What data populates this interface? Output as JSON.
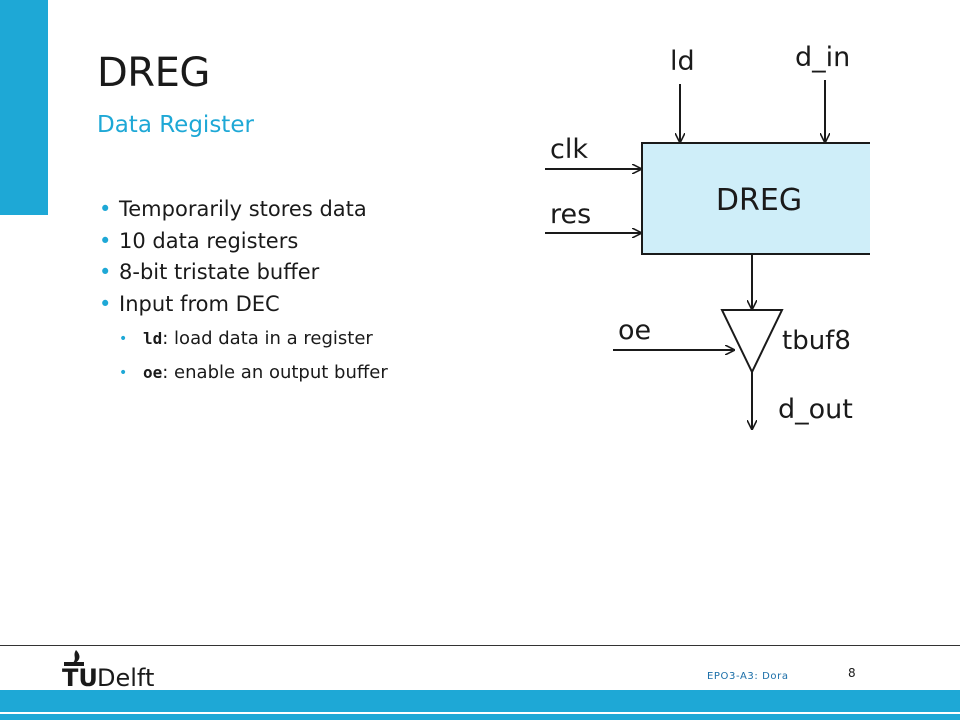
{
  "slide": {
    "title": "DREG",
    "subtitle": "Data Register",
    "bullets": [
      "Temporarily stores data",
      "10 data registers",
      "8-bit tristate buffer",
      "Input from DEC"
    ],
    "sub_bullets": [
      {
        "code": "ld",
        "text": ": load data in a register"
      },
      {
        "code": "oe",
        "text": ": enable an output buffer"
      }
    ]
  },
  "diagram": {
    "block_label": "DREG",
    "buffer_label": "tbuf8",
    "inputs_top": [
      "ld",
      "d_in"
    ],
    "inputs_left": [
      "clk",
      "res"
    ],
    "enable_label": "oe",
    "output_label": "d_out",
    "block_fill": "#cfeef9"
  },
  "footer": {
    "logo_text": "Delft",
    "logo_letters": "TU",
    "course": "EPO3-A3: Dora",
    "page_number": "8"
  },
  "colors": {
    "accent": "#1ea8d6",
    "text": "#1a1a1a",
    "footer_text": "#1a6ea8"
  }
}
